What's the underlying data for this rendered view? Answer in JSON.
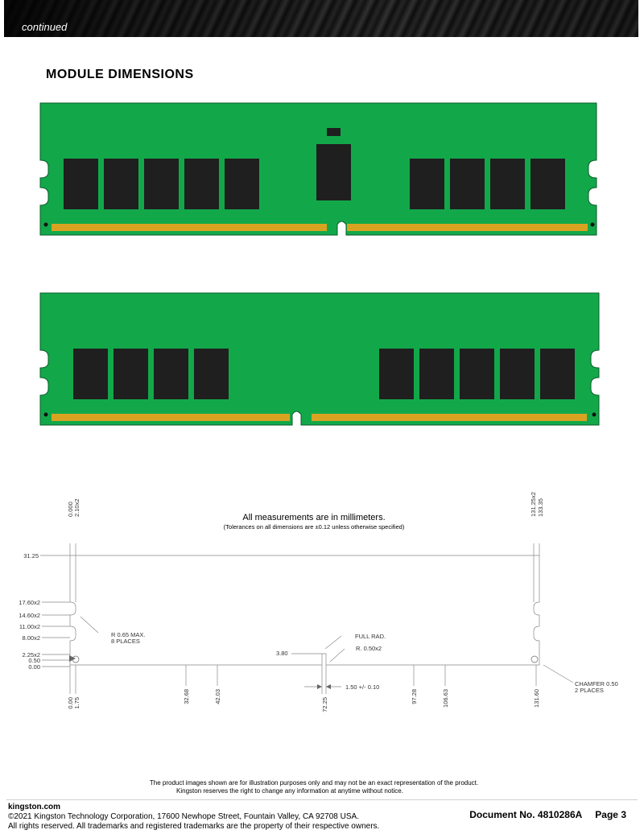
{
  "header": {
    "banner_text": "continued"
  },
  "section": {
    "title": "MODULE  DIMENSIONS"
  },
  "colors": {
    "pcb_green": "#12a84a",
    "chip_black": "#1f1f1f",
    "gold_contact": "#d9a321",
    "banner_dark": "#1a1a1a"
  },
  "drawing": {
    "notes": {
      "main": "All measurements are in millimeters.",
      "sub": "(Tolerances on all dimensions are ±0.12 unless otherwise specified)"
    },
    "left_labels": [
      "31.25",
      "17.60x2",
      "14.60x2",
      "11.00x2",
      "8.00x2",
      "2.25x2",
      "0.50",
      "0.00"
    ],
    "top_left": [
      "0.000",
      "2.10x2"
    ],
    "top_right": [
      "131.25x2",
      "133.35"
    ],
    "bottom_labels": [
      "0.00",
      "1.75",
      "32.68",
      "42.03",
      "72.25",
      "97.28",
      "106.63",
      "131.60"
    ],
    "callouts": {
      "radius": [
        "R 0.65 MAX.",
        "8 PLACES"
      ],
      "full_rad": "FULL RAD.",
      "r050": "R. 0.50x2",
      "key_height": "3.80",
      "key_width": "1.50 +/- 0.10",
      "chamfer": [
        "CHAMFER 0.50",
        "2 PLACES"
      ]
    }
  },
  "disclaimer": [
    "The product images shown are for illustration purposes only and may not be an exact representation of the product.",
    "Kingston reserves the right to change any information at anytime without notice."
  ],
  "footer": {
    "site": "kingston.com",
    "copyright": "©2021 Kingston Technology Corporation, 17600 Newhope Street, Fountain Valley, CA 92708 USA.",
    "rights": "All rights reserved. All trademarks and registered trademarks are the property of their respective owners.",
    "doc_no": "Document No. 4810286A",
    "page": "Page 3"
  }
}
